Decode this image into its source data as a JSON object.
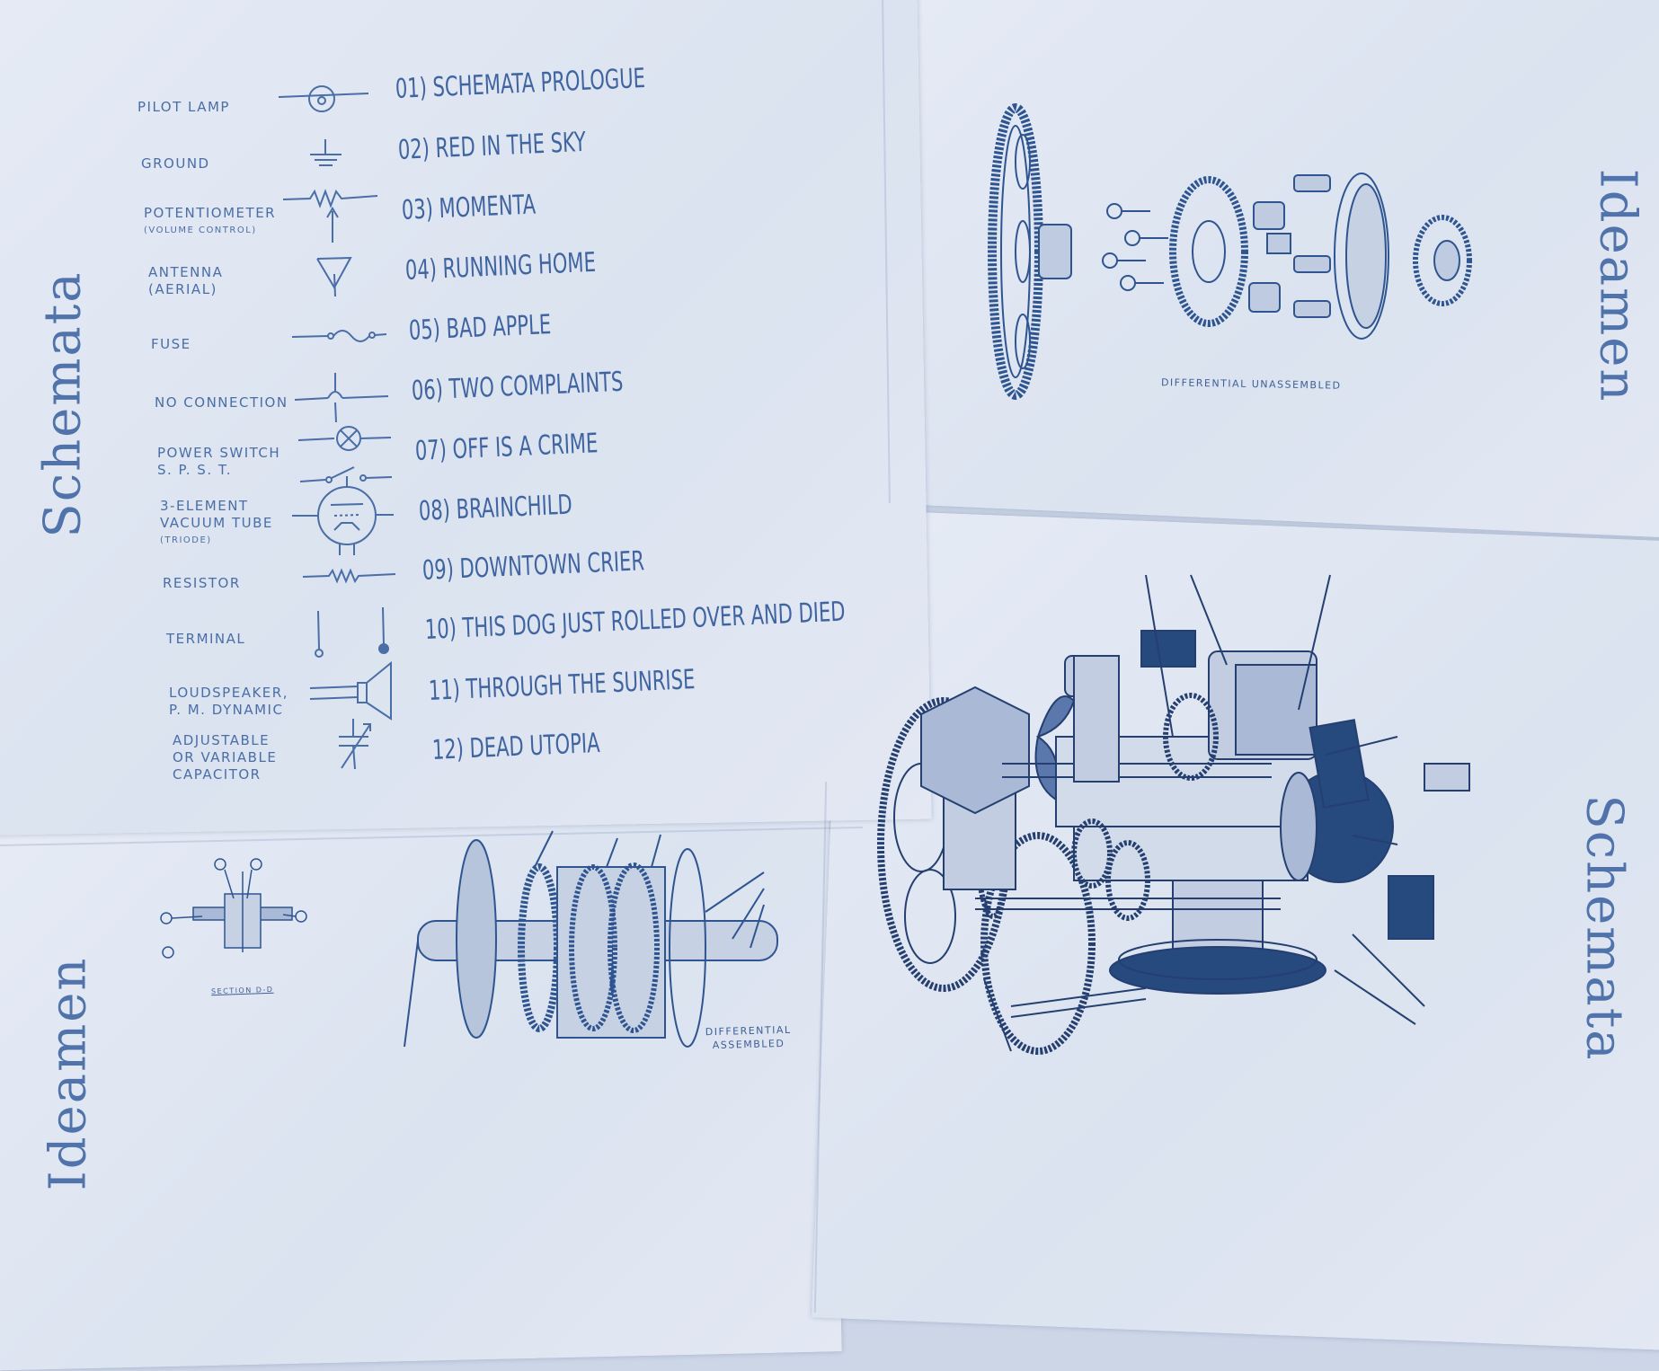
{
  "side_titles": {
    "top_left": "Schemata",
    "top_right": "Ideamen",
    "bottom_right": "Schemata",
    "bottom_left": "Ideamen"
  },
  "legend": [
    {
      "label": "PILOT LAMP",
      "sub": "",
      "symbol": "pilot-lamp-icon"
    },
    {
      "label": "GROUND",
      "sub": "",
      "symbol": "ground-icon"
    },
    {
      "label": "POTENTIOMETER",
      "sub": "(VOLUME CONTROL)",
      "symbol": "potentiometer-icon"
    },
    {
      "label": "ANTENNA",
      "sub": "(AERIAL)",
      "symbol": "antenna-icon"
    },
    {
      "label": "FUSE",
      "sub": "",
      "symbol": "fuse-icon"
    },
    {
      "label": "NO CONNECTION",
      "sub": "",
      "symbol": "no-connection-icon"
    },
    {
      "label": "POWER SWITCH",
      "sub": "S. P. S. T.",
      "symbol": "power-switch-icon"
    },
    {
      "label": "3-ELEMENT",
      "sub": "VACUUM TUBE",
      "sub2": "(TRIODE)",
      "symbol": "vacuum-tube-icon"
    },
    {
      "label": "RESISTOR",
      "sub": "",
      "symbol": "resistor-icon"
    },
    {
      "label": "TERMINAL",
      "sub": "",
      "symbol": "terminal-icon"
    },
    {
      "label": "LOUDSPEAKER,",
      "sub": "P. M. DYNAMIC",
      "symbol": "loudspeaker-icon"
    },
    {
      "label": "ADJUSTABLE",
      "sub": "OR VARIABLE",
      "sub2": "CAPACITOR",
      "symbol": "variable-capacitor-icon"
    }
  ],
  "tracks": [
    "01) SCHEMATA PROLOGUE",
    "02) RED IN THE SKY",
    "03) MOMENTA",
    "04) RUNNING HOME",
    "05) BAD APPLE",
    "06) TWO COMPLAINTS",
    "07) OFF IS A CRIME",
    "08) BRAINCHILD",
    "09) DOWNTOWN CRIER",
    "10) THIS DOG JUST ROLLED OVER AND DIED",
    "11) THROUGH THE SUNRISE",
    "12) DEAD UTOPIA"
  ],
  "captions": {
    "differential_unassembled": "DIFFERENTIAL  UNASSEMBLED",
    "differential_assembled_1": "DIFFERENTIAL",
    "differential_assembled_2": "ASSEMBLED",
    "section": "SECTION D-D"
  },
  "colors": {
    "ink": "#3f64a0",
    "paper": "#e2e8f3"
  }
}
